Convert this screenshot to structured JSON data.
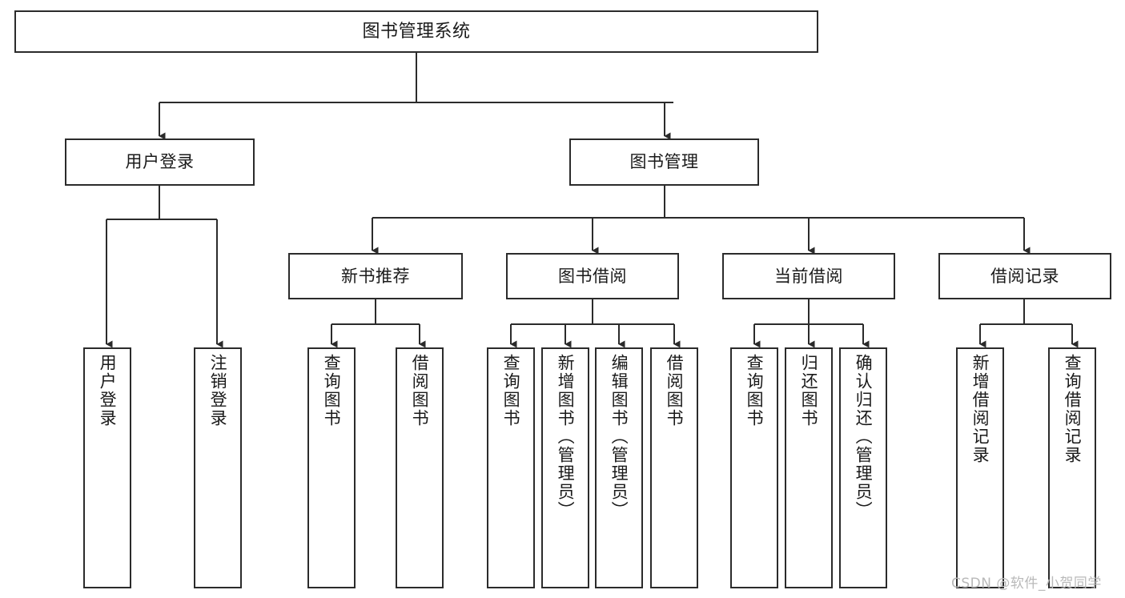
{
  "diagram": {
    "title": "图书管理系统",
    "type": "tree",
    "orientation": "top-down",
    "stroke_color": "#2b2b2b",
    "fill_color": "#ffffff",
    "text_color": "#1a1a1a"
  },
  "watermark": {
    "text": "CSDN @软件_小贺同学",
    "color": "#b9b9b9"
  },
  "nodes": {
    "root": {
      "label": "图书管理系统"
    },
    "level2": [
      {
        "id": "user-login",
        "label": "用户登录"
      },
      {
        "id": "book-management",
        "label": "图书管理"
      }
    ],
    "level3": [
      {
        "id": "new-book-recommend",
        "label": "新书推荐"
      },
      {
        "id": "book-borrow",
        "label": "图书借阅"
      },
      {
        "id": "current-borrow",
        "label": "当前借阅"
      },
      {
        "id": "borrow-record",
        "label": "借阅记录"
      }
    ],
    "leaves": [
      {
        "id": "leaf-user-login",
        "label": "用户登录",
        "parent": "user-login"
      },
      {
        "id": "leaf-logout",
        "label": "注销登录",
        "parent": "user-login"
      },
      {
        "id": "leaf-query-book-1",
        "label": "查询图书",
        "parent": "new-book-recommend"
      },
      {
        "id": "leaf-borrow-book-1",
        "label": "借阅图书",
        "parent": "new-book-recommend"
      },
      {
        "id": "leaf-query-book-2",
        "label": "查询图书",
        "parent": "book-borrow"
      },
      {
        "id": "leaf-add-book",
        "label": "新增图书（管理员）",
        "parent": "book-borrow"
      },
      {
        "id": "leaf-edit-book",
        "label": "编辑图书（管理员）",
        "parent": "book-borrow"
      },
      {
        "id": "leaf-borrow-book-2",
        "label": "借阅图书",
        "parent": "book-borrow"
      },
      {
        "id": "leaf-query-book-3",
        "label": "查询图书",
        "parent": "current-borrow"
      },
      {
        "id": "leaf-return-book",
        "label": "归还图书",
        "parent": "current-borrow"
      },
      {
        "id": "leaf-confirm-return",
        "label": "确认归还（管理员）",
        "parent": "current-borrow"
      },
      {
        "id": "leaf-add-record",
        "label": "新增借阅记录",
        "parent": "borrow-record"
      },
      {
        "id": "leaf-query-record",
        "label": "查询借阅记录",
        "parent": "borrow-record"
      }
    ]
  }
}
